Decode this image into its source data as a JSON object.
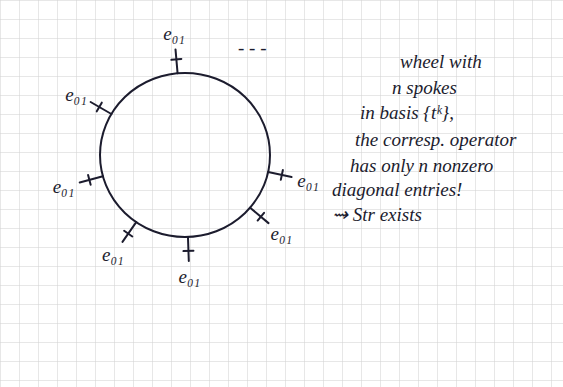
{
  "diagram": {
    "labels": [
      "e₀₁",
      "e₀₁",
      "e₀₁",
      "e₀₁",
      "e₀₁",
      "e₀₁",
      "e₀₁",
      "- - -",
      "wheel with",
      "n spokes",
      "in basis {tᵏ},",
      "the corresp. operator",
      "has only n nonzero",
      "diagonal entries!",
      "⇝ Str exists"
    ]
  }
}
